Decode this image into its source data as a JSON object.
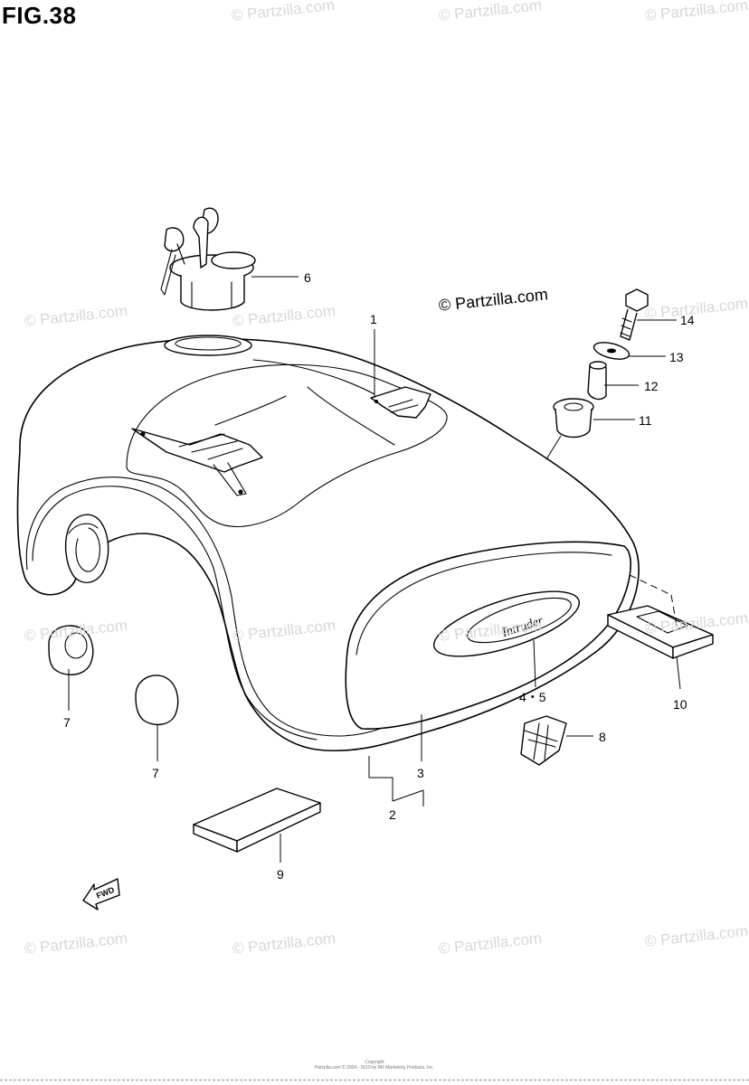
{
  "figure": {
    "title": "FIG.38"
  },
  "brand_mark": "© Partzilla.com",
  "watermark": "© Partzilla.com",
  "callouts": {
    "fuel_tank": "1",
    "tank_assembly_a": "2",
    "tank_assembly_b": "3",
    "emblem": "4・5",
    "fuel_cap": "6",
    "plug_left": "7",
    "plug_right": "7",
    "cushion": "8",
    "pad": "9",
    "rear_cushion": "10",
    "cushion_rubber": "11",
    "spacer": "12",
    "washer": "13",
    "bolt": "14"
  },
  "emblem_script": "Intruder",
  "fwd_label": "FWD",
  "copyright": {
    "line1": "Copyright",
    "line2": "Partzilla.com © 2004 - 2019 by BR Marketing Products, Inc."
  }
}
